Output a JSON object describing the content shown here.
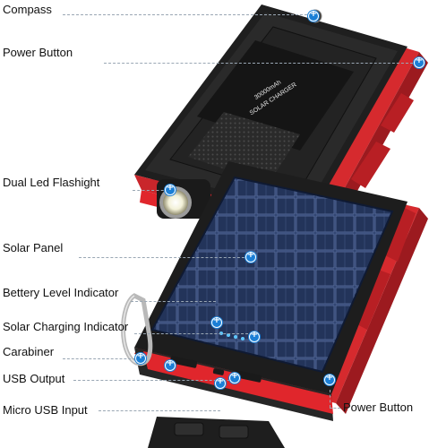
{
  "labels": {
    "compass": "Compass",
    "power_button_top": "Power Button",
    "flashlight": "Dual Led Flashight",
    "solar_panel": "Solar Panel",
    "battery_level": "Bettery Level Indicator",
    "solar_charging": "Solar Charging Indicator",
    "carabiner": "Carabiner",
    "usb_output": "USB Output",
    "micro_usb": "Micro USB Input",
    "power_button_bottom": "Power Button"
  },
  "device_label": {
    "capacity": "30000mAh",
    "name": "SOLAR CHARGER"
  },
  "colors": {
    "accent_red": "#e0262c",
    "body_black": "#1c1c1c",
    "panel_blue": "#27385f",
    "marker_blue": "#1b7fd6"
  }
}
